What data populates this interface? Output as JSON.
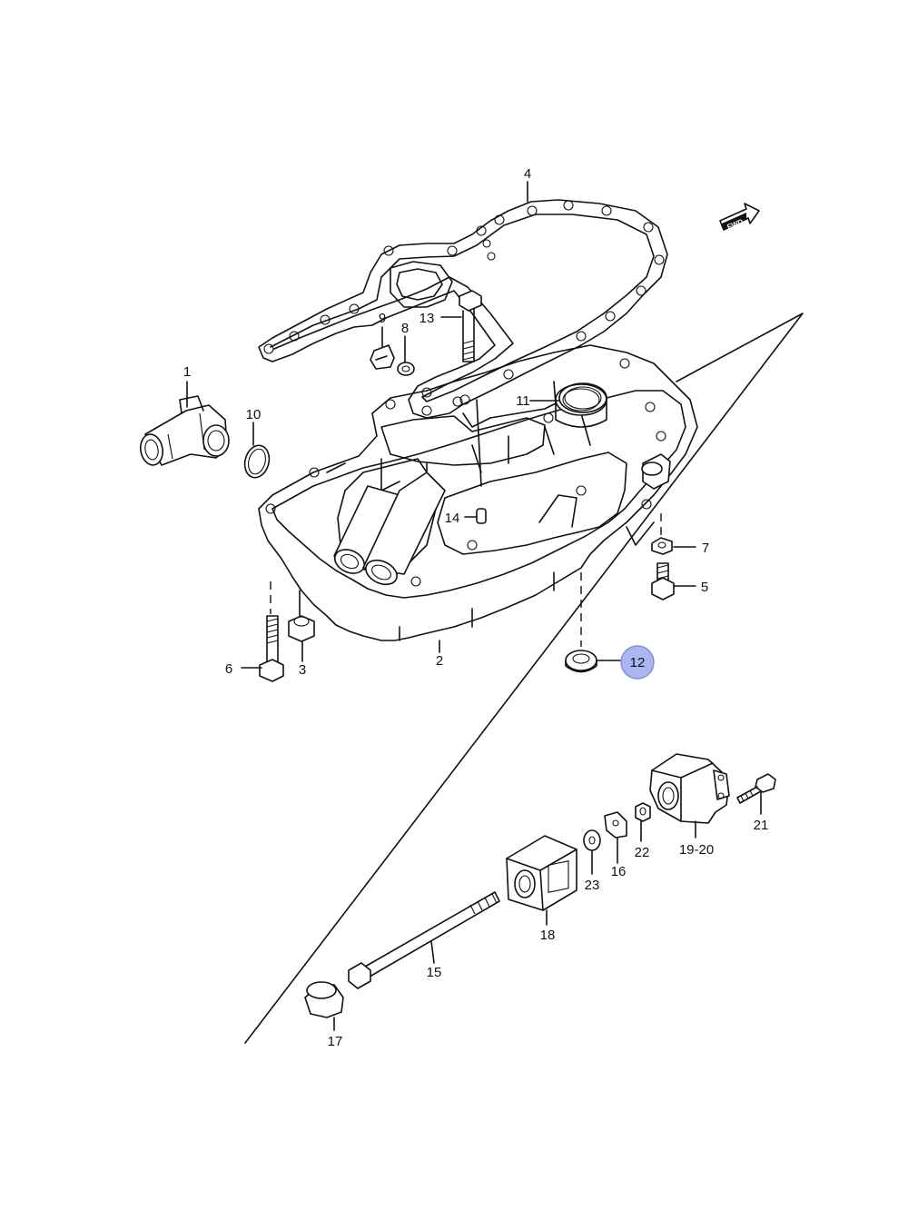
{
  "colors": {
    "ink": "#111111",
    "highlight": "#aab6ef",
    "highlight_border": "#7d8fe0"
  },
  "highlight_part": "12",
  "direction_badge": {
    "text": "FWD"
  },
  "callouts": {
    "p1": "1",
    "p2": "2",
    "p3": "3",
    "p4": "4",
    "p5": "5",
    "p6": "6",
    "p7": "7",
    "p8": "8",
    "p9": "9",
    "p10": "10",
    "p11": "11",
    "p12": "12",
    "p13": "13",
    "p14": "14",
    "p15": "15",
    "p16": "16",
    "p17": "17",
    "p18": "18",
    "p19_20": "19-20",
    "p21": "21",
    "p22": "22",
    "p23": "23"
  }
}
